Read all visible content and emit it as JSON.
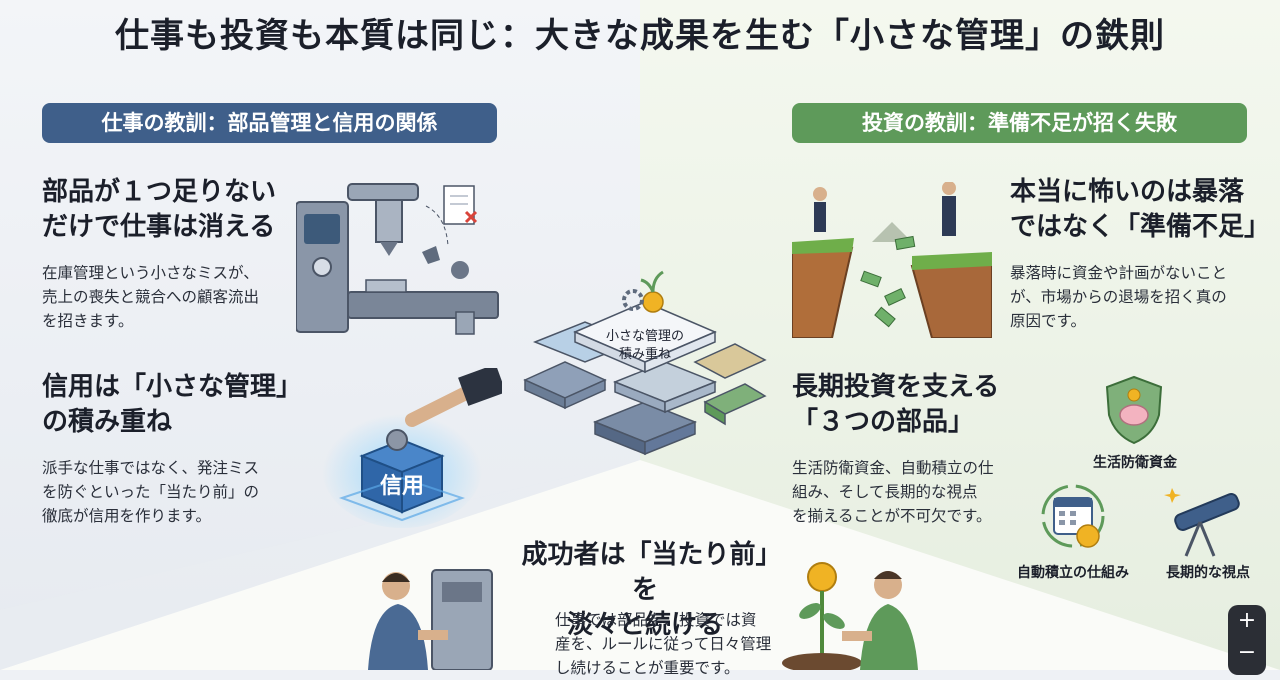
{
  "title": "仕事も投資も本質は同じ：大きな成果を生む「小さな管理」の鉄則",
  "left": {
    "banner": "仕事の教訓：部品管理と信用の関係",
    "sec1": {
      "h1": "部品が１つ足りない",
      "h2": "だけで仕事は消える",
      "l1": "在庫管理という小さなミスが、",
      "l2": "売上の喪失と競合への顧客流出",
      "l3": "を招きます。"
    },
    "sec2": {
      "h1": "信用は「小さな管理」",
      "h2": "の積み重ね",
      "l1": "派手な仕事ではなく、発注ミス",
      "l2": "を防ぐといった「当たり前」の",
      "l3": "徹底が信用を作ります。"
    },
    "block_label": "信用"
  },
  "center": {
    "l1": "小さな管理の",
    "l2": "積み重ね"
  },
  "right": {
    "banner": "投資の教訓：準備不足が招く失敗",
    "sec1": {
      "h1": "本当に怖いのは暴落",
      "h2": "ではなく「準備不足」",
      "l1": "暴落時に資金や計画がないこと",
      "l2": "が、市場からの退場を招く真の",
      "l3": "原因です。"
    },
    "sec2": {
      "h1": "長期投資を支える",
      "h2": "「３つの部品」",
      "l1": "生活防衛資金、自動積立の仕",
      "l2": "組み、そして長期的な視点",
      "l3": "を揃えることが不可欠です。"
    },
    "icons": {
      "shield": "生活防衛資金",
      "calendar": "自動積立の仕組み",
      "telescope": "長期的な視点"
    }
  },
  "bottom": {
    "h1": "成功者は「当たり前」を",
    "h2": "淡々と続ける",
    "l1": "仕事では部品を、投資では資",
    "l2": "産を、ルールに従って日々管理",
    "l3": "し続けることが重要です。"
  },
  "controls": {
    "plus": "+",
    "minus": "−"
  },
  "colors": {
    "blue": "#3f5f8a",
    "green": "#5e9a5a",
    "gold": "#f0b324"
  }
}
